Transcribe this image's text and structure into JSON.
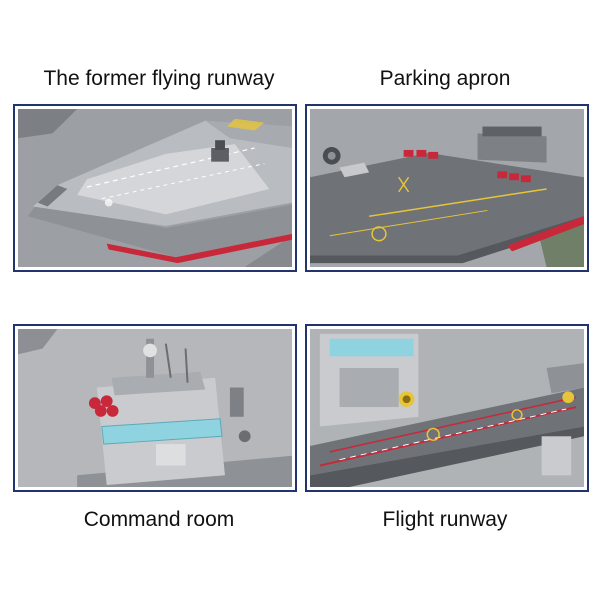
{
  "captions": {
    "top_left": "The former flying runway",
    "top_right": "Parking apron",
    "bottom_left": "Command room",
    "bottom_right": "Flight runway"
  },
  "colors": {
    "frame": "#22346e",
    "hull_grey": "#8e9196",
    "deck_grey": "#6f7276",
    "accent_red": "#c8283a",
    "accent_yellow": "#e7c53a",
    "glass_blue": "#8fd3e0"
  }
}
